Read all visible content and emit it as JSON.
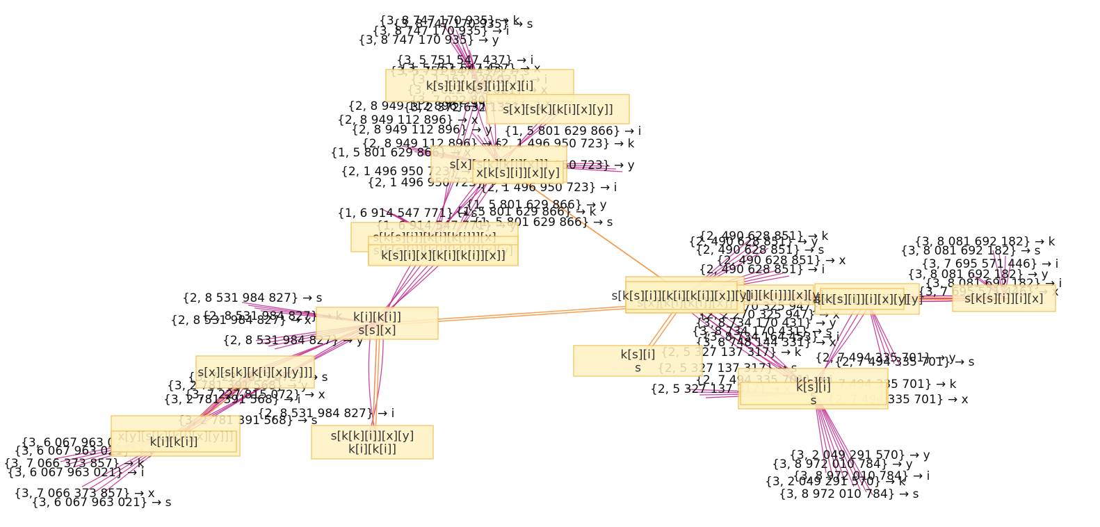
{
  "colors": {
    "edge_primary": "#c0268f",
    "edge_secondary": "#f59a4a",
    "node_fill": "#fff2c2",
    "node_stroke": "#f5c25a"
  },
  "nodes": [
    {
      "id": "n1",
      "lines": [
        "k[s][i][k[s][i]][x][i]"
      ]
    },
    {
      "id": "n2",
      "lines": [
        "s[x][s[k][k[i][x][y]]"
      ]
    },
    {
      "id": "n3",
      "lines": [
        "s[x][s[k][k[i][x]]]"
      ]
    },
    {
      "id": "n4",
      "lines": [
        "x[k[s][i]][x][y]"
      ]
    },
    {
      "id": "n5",
      "lines": [
        "s[k[s][i]][k[i][k[i]]][x]"
      ]
    },
    {
      "id": "n6",
      "lines": [
        "s[k[s][i]][k[i][k[i]]][x][y]"
      ]
    },
    {
      "id": "n7",
      "lines": [
        "k[s][i][x][k[i][k[i]][x]]"
      ]
    },
    {
      "id": "n8",
      "lines": [
        "s[s][k[i][k[i]]][x]"
      ]
    },
    {
      "id": "n9",
      "lines": [
        "s[x][k[i][k[i]][x]][y]"
      ]
    },
    {
      "id": "n10",
      "lines": [
        "s[s][k[i][k[i]]][x][y]"
      ]
    },
    {
      "id": "n11",
      "lines": [
        "s[x][k[i][k[i]][x]]"
      ]
    },
    {
      "id": "n12",
      "lines": [
        "s[k[s][i]][i][x]"
      ]
    },
    {
      "id": "n13",
      "lines": [
        "s[k[s][i]][i][x][y]"
      ]
    },
    {
      "id": "n14",
      "lines": [
        "k[s][i]",
        "s"
      ]
    },
    {
      "id": "n15",
      "lines": [
        "k[i][k[i]]",
        "s[s][x]"
      ]
    },
    {
      "id": "n16",
      "lines": [
        "s[x][s[k][k[i][x][y]]]"
      ]
    },
    {
      "id": "n17",
      "lines": [
        "x[y][s[k][k[i][x][y]]]"
      ]
    },
    {
      "id": "n18",
      "lines": [
        "k[i][k[i]]"
      ]
    },
    {
      "id": "n19",
      "lines": [
        "s[k[k][i]][x][y]",
        "k[i][k[i]]"
      ]
    },
    {
      "id": "n20",
      "lines": [
        "k[s][i]",
        "s"
      ]
    },
    {
      "id": "n21",
      "lines": [
        "k[s][i]",
        "s"
      ]
    },
    {
      "id": "n22",
      "lines": [
        "s[k[s][i]][k[i][k[i]][x]][y]"
      ]
    }
  ],
  "edge_labels": [
    "{3, 8 747 170 935} → k",
    "{3, 8 747 170 935} → s",
    "{3, 8 747 170 935} → i",
    "{3, 8 747 170 935} → y",
    "{3, 5 751 547 437} → i",
    "{3, 5 751 547 437} → x",
    "{3, 5 751 547 437} → s",
    "{3, 1 162 520 021} → i",
    "{3, 7 022 803 021} → x",
    "{3, 7 022 803 021} → y",
    "{3, 2 372 632 133} → k",
    "{2, 8 949 112 896} → i",
    "{2, 8 949 112 896} → x",
    "{2, 8 949 112 896} → y",
    "{2, 8 949 112 896} → s",
    "{1, 5 801 629 866} → i",
    "{1, 5 801 629 866} → x",
    "{1, 5 801 629 866} → y",
    "{1, 5 801 629 866} → k",
    "{1, 5 801 629 866} → s",
    "{2, 1 496 950 723} → k",
    "{2, 1 496 950 723} → y",
    "{2, 1 496 950 723} → x",
    "{2, 1 496 950 723} → s",
    "{2, 1 496 950 723} → i",
    "{1, 6 914 547 771} → s",
    "{1, 6 914 547 771} → y",
    "{2, 490 628 851} → k",
    "{2, 490 628 851} → y",
    "{2, 490 628 851} → s",
    "{2, 490 628 851} → x",
    "{2, 490 628 851} → i",
    "{3, 8 081 692 182} → k",
    "{3, 8 081 692 182} → s",
    "{3, 8 081 692 182} → y",
    "{3, 8 081 692 182} → i",
    "{3, 7 695 571 446} → i",
    "{3, 7 695 571 446} → x",
    "{2, 2 270 325 947} → s",
    "{2, 2 270 325 947} → x",
    "{3, 8 734 170 431} → y",
    "{3, 8 734 170 431} → s",
    "{3, 8 748 144 331} → x",
    "{3, 8 734 164 453} → i",
    "{2, 5 327 137 317} → k",
    "{2, 5 327 137 317} → s",
    "{2, 5 327 137 317} → x",
    "{2, 7 494 335 701} → y",
    "{2, 7 494 335 701} → s",
    "{2, 7 494 335 701} → i",
    "{2, 7 494 335 701} → k",
    "{2, 7 494 335 701} → x",
    "{2, 8 531 984 827} → s",
    "{2, 8 531 984 827} → x",
    "{2, 8 531 984 827} → k",
    "{2, 8 531 984 827} → y",
    "{2, 8 531 984 827} → i",
    "{3, 7 227 815 072} → s",
    "{3, 7 227 815 072} → x",
    "{3, 2 781 391 568} → y",
    "{3, 2 781 391 568} → i",
    "{3, 2 781 391 568} → s",
    "{3, 6 067 963 021} → y",
    "{3, 6 067 963 021} → k",
    "{3, 6 067 963 021} → i",
    "{3, 6 067 963 021} → s",
    "{3, 7 066 373 857} → x",
    "{3, 7 066 373 857} → k",
    "{3, 2 049 291 570} → y",
    "{3, 2 049 291 570} → k",
    "{3, 8 972 010 784} → y",
    "{3, 8 972 010 784} → i",
    "{3, 8 972 010 784} → s"
  ]
}
